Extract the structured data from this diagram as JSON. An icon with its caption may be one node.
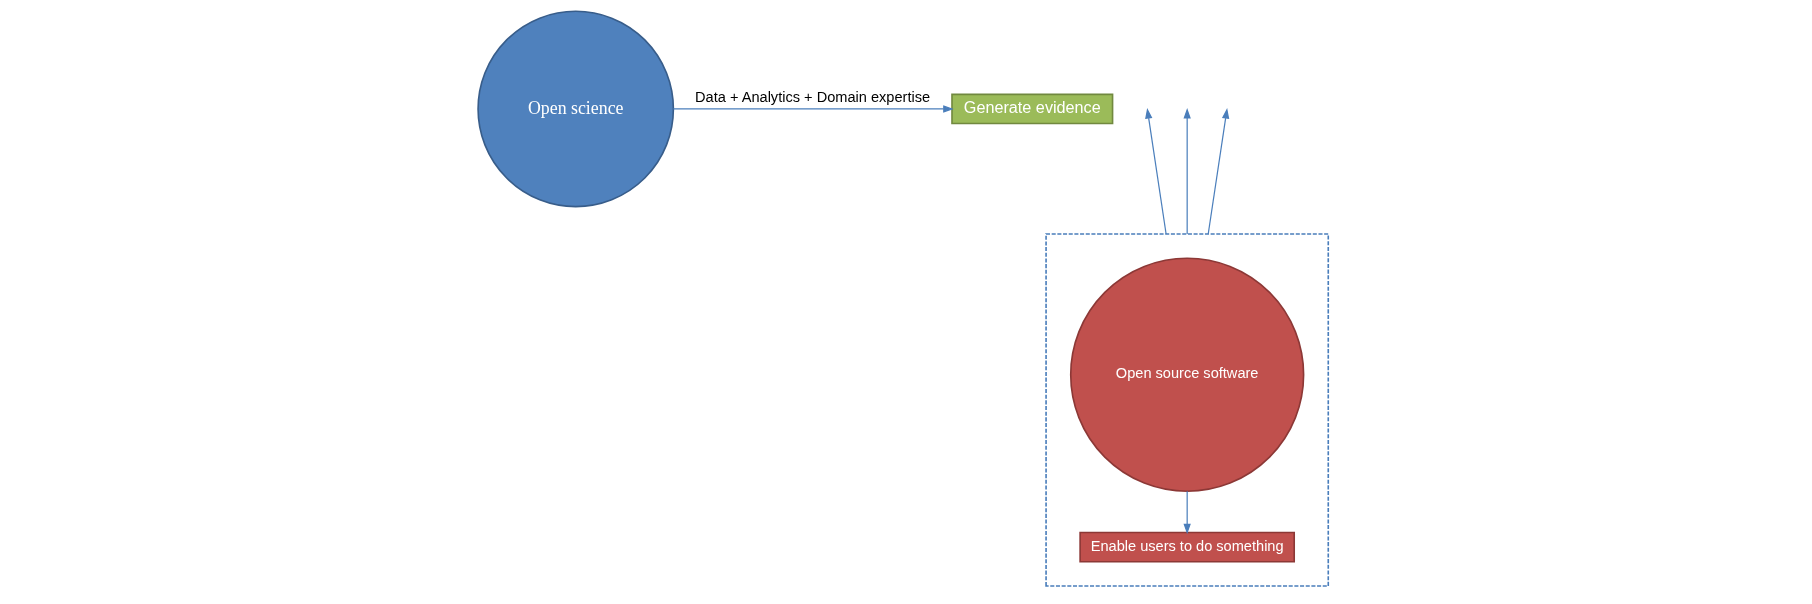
{
  "diagram": {
    "nodes": [
      {
        "text": [
          "Open science"
        ]
      },
      {
        "text": [
          "Generate evidence"
        ]
      },
      {
        "text": [],
        "shape": "box"
      },
      {
        "text": [
          "Open source software"
        ],
        "in": 2
      },
      {
        "text": [
          "Enable users to do something"
        ],
        "in": 2
      }
    ],
    "edges": [
      {
        "from": 0,
        "to": 1,
        "arrow": "to",
        "label": "Data + Analytics + Domain expertise"
      },
      {
        "from": 2,
        "to": null,
        "arrow": "to"
      },
      {
        "from": 2,
        "to": null,
        "arrow": "to"
      },
      {
        "from": 2,
        "to": null,
        "arrow": "to"
      },
      {
        "from": 3,
        "to": 4,
        "arrow": "to"
      }
    ]
  }
}
